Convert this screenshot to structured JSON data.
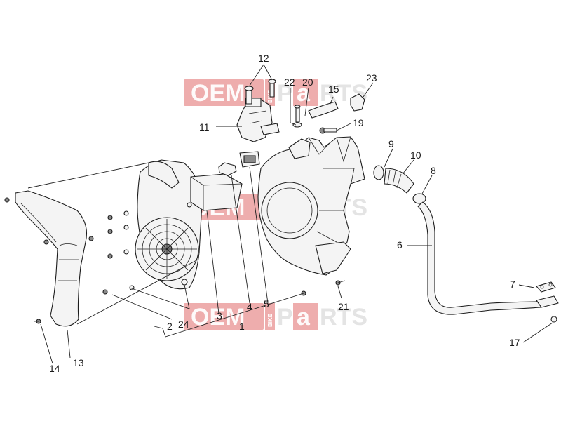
{
  "watermark": {
    "brand": "OEM",
    "bike": "BIKE",
    "parts_a": "P",
    "parts_b": "a",
    "parts_c": "RTS"
  },
  "callouts": [
    "12",
    "22",
    "20",
    "23",
    "15",
    "11",
    "19",
    "9",
    "10",
    "8",
    "6",
    "7",
    "17",
    "21",
    "1",
    "2",
    "24",
    "3",
    "4",
    "5",
    "13",
    "14"
  ]
}
